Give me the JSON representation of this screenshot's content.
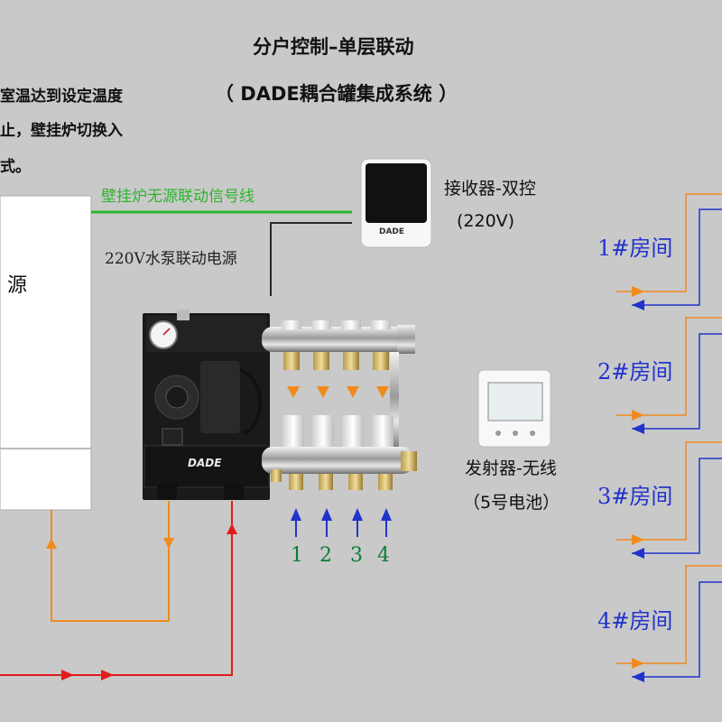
{
  "header": {
    "title_line1": "分户控制–单层联动",
    "title_line2": "（ DADE耦合罐集成系统 ）"
  },
  "left_note": {
    "line1": "室温达到设定温度",
    "line2": "止，壁挂炉切换入",
    "line3": "式。"
  },
  "boiler": {
    "label": "源"
  },
  "signal_line_label": "壁挂炉无源联动信号线",
  "pump_power_label": "220V水泵联动电源",
  "receiver": {
    "label": "接收器-双控",
    "voltage": "(220V)",
    "brand": "DADE"
  },
  "unit": {
    "brand": "DADE"
  },
  "transmitter": {
    "label": "发射器-无线",
    "battery": "（5号电池）"
  },
  "loop_numbers": [
    "1",
    "2",
    "3",
    "4"
  ],
  "rooms": [
    "1#房间",
    "2#房间",
    "3#房间",
    "4#房间"
  ],
  "colors": {
    "background": "#c9c9c9",
    "signal_green": "#2db42d",
    "supply_orange": "#f08a1c",
    "return_blue": "#2233cc",
    "hot_red": "#e41b1b"
  }
}
